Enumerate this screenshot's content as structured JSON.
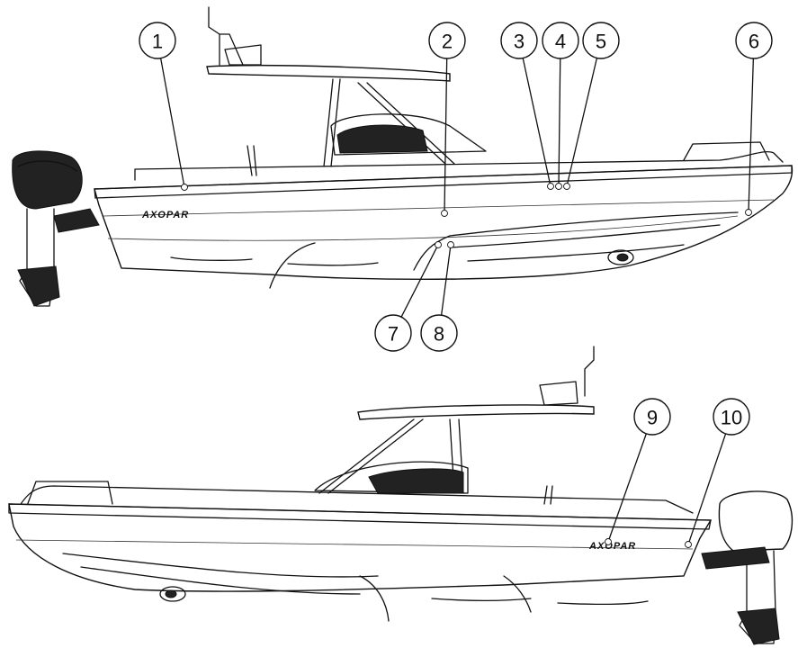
{
  "diagram": {
    "logo_text": "AXOPAR",
    "callouts_top": [
      "1",
      "2",
      "3",
      "4",
      "5",
      "6",
      "7",
      "8"
    ],
    "callouts_bottom": [
      "9",
      "10"
    ]
  }
}
